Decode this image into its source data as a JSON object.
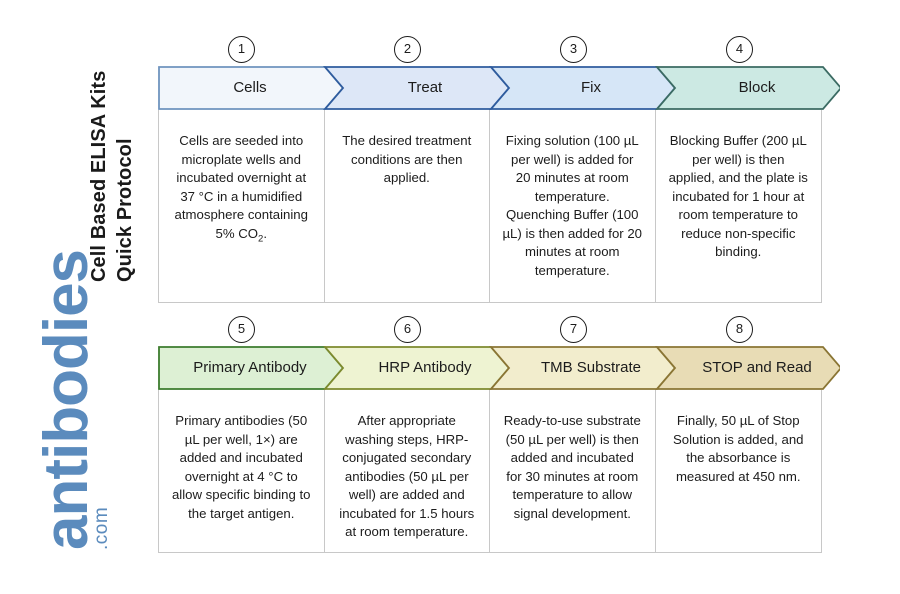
{
  "title": {
    "line1": "Cell Based ELISA Kits",
    "line2": "Quick Protocol"
  },
  "logo": {
    "word": "antibodies",
    "suffix": ".com",
    "color": "#5b8bbd"
  },
  "colors": {
    "step1_fill": "#f2f6fb",
    "step1_stroke": "#6f94bf",
    "step2_fill": "#dde7f7",
    "step2_stroke": "#2f5c9e",
    "step3_fill": "#d6e6f7",
    "step3_stroke": "#2f5c9e",
    "step4_fill": "#cce9e3",
    "step4_stroke": "#3b6b63",
    "step5_fill": "#ddf0d4",
    "step5_stroke": "#3d7c2e",
    "step6_fill": "#eef3d2",
    "step6_stroke": "#7d8a2e",
    "step7_fill": "#f2edcd",
    "step7_stroke": "#8a7534",
    "step8_fill": "#e8dcb5",
    "step8_stroke": "#8a7534",
    "box_border": "#c8c8c8",
    "text": "#1c1c1c"
  },
  "rows": [
    {
      "name": "row-1",
      "steps": [
        {
          "number": "1",
          "label": "Cells",
          "body": "Cells are seeded into microplate wells and incubated overnight at 37 °C in a humidified atmosphere containing 5% CO2.",
          "body_html": "Cells are seeded into microplate wells and incubated overnight at 37 °C in a humidified atmosphere containing 5% CO<sub>2</sub>.",
          "fill": "#f2f6fb",
          "stroke": "#6f94bf"
        },
        {
          "number": "2",
          "label": "Treat",
          "body": "The desired treatment conditions are then applied.",
          "body_html": "The desired treatment conditions are then applied.",
          "fill": "#dde7f7",
          "stroke": "#2f5c9e"
        },
        {
          "number": "3",
          "label": "Fix",
          "body": "Fixing solution (100 µL per well) is added for 20 minutes at room temperature. Quenching Buffer (100 µL) is then added for 20 minutes at room temperature.",
          "body_html": "Fixing solution (100 µL per well) is added for 20 minutes at room temperature. Quenching Buffer (100 µL) is then added for 20 minutes at room temperature.",
          "fill": "#d6e6f7",
          "stroke": "#2f5c9e"
        },
        {
          "number": "4",
          "label": "Block",
          "body": "Blocking Buffer (200 µL per well) is then applied, and the plate is incubated for 1 hour at room temperature to reduce non-specific binding.",
          "body_html": "Blocking Buffer (200 µL per well) is then applied, and the plate is incubated for 1 hour at room temperature to reduce non-specific binding.",
          "fill": "#cce9e3",
          "stroke": "#3b6b63"
        }
      ]
    },
    {
      "name": "row-2",
      "steps": [
        {
          "number": "5",
          "label": "Primary Antibody",
          "body": "Primary antibodies (50 µL per well, 1×) are added and incubated overnight at 4 °C to allow specific binding to the target antigen.",
          "body_html": "Primary antibodies (50 µL per well, 1×) are added and incubated overnight at 4 °C to allow specific binding to the target antigen.",
          "fill": "#ddf0d4",
          "stroke": "#3d7c2e"
        },
        {
          "number": "6",
          "label": "HRP Antibody",
          "body": "After appropriate washing steps, HRP-conjugated secondary antibodies (50 µL per well) are added and incubated for 1.5 hours at room temperature.",
          "body_html": "After appropriate washing steps, HRP-conjugated secondary antibodies (50 µL per well) are added and incubated for 1.5 hours at room temperature.",
          "fill": "#eef3d2",
          "stroke": "#7d8a2e"
        },
        {
          "number": "7",
          "label": "TMB Substrate",
          "body": "Ready-to-use substrate (50 µL per well) is then added and incubated for 30 minutes at room temperature to allow signal development.",
          "body_html": "Ready-to-use substrate (50 µL per well) is then added and incubated for 30 minutes at room temperature to allow signal development.",
          "fill": "#f2edcd",
          "stroke": "#8a7534"
        },
        {
          "number": "8",
          "label": "STOP and Read",
          "body": "Finally, 50 µL of Stop Solution is added, and the absorbance is measured at 450 nm.",
          "body_html": "Finally, 50 µL of Stop Solution is added, and the absorbance is measured at 450 nm.",
          "fill": "#e8dcb5",
          "stroke": "#8a7534"
        }
      ]
    }
  ],
  "geometry": {
    "flow_width": 683,
    "segment_width": 166,
    "notch": 18,
    "chevron_height": 44
  }
}
